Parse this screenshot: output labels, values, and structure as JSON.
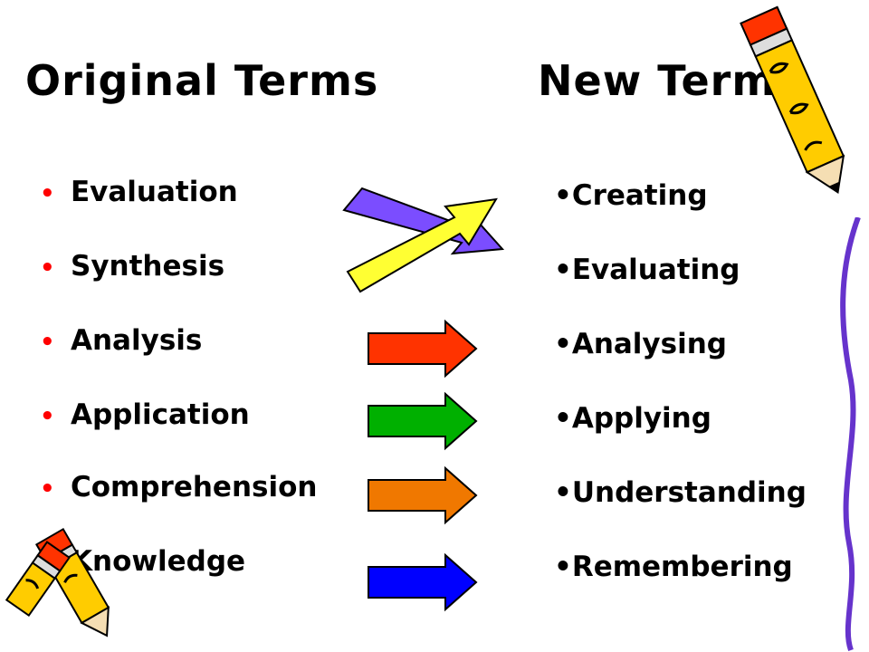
{
  "titles": {
    "original": "Original Terms",
    "new": "New Terms"
  },
  "original_terms": [
    "Evaluation",
    "Synthesis",
    "Analysis",
    "Application",
    "Comprehension",
    "Knowledge"
  ],
  "new_terms": [
    "Creating",
    "Evaluating",
    "Analysing",
    "Applying",
    "Understanding",
    "Remembering"
  ],
  "bullets": {
    "left": "•",
    "right": "•"
  },
  "colors": {
    "left_bullet": "#ff0000",
    "arrow_purple": "#7b4dff",
    "arrow_yellow": "#ffff33",
    "arrow_red": "#ff3300",
    "arrow_green": "#00b000",
    "arrow_orange": "#f07800",
    "arrow_blue": "#0000ff",
    "pencil_border": "#6633cc"
  },
  "icons": [
    "pencil-icon",
    "pencils-icon",
    "crossing-arrows-icon",
    "right-arrow-icon"
  ]
}
